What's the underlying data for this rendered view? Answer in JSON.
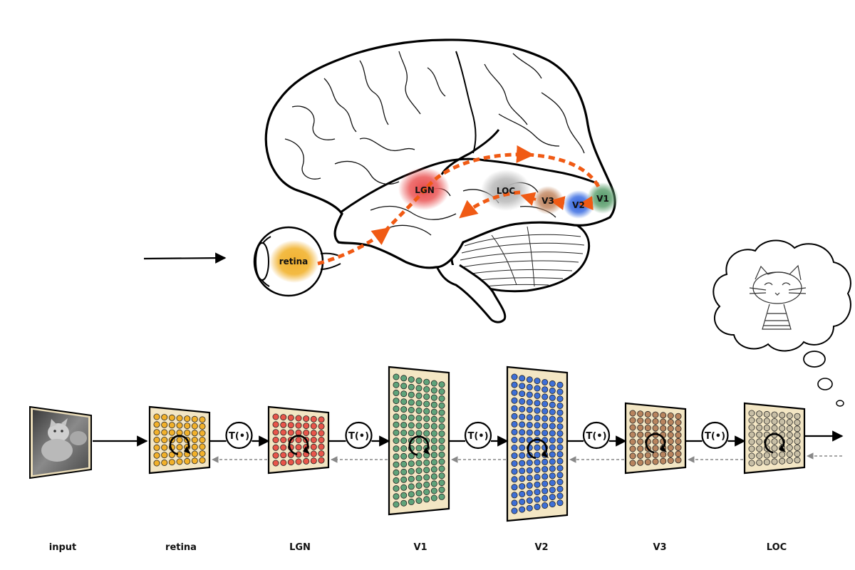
{
  "brain": {
    "regions": [
      {
        "key": "retina",
        "label": "retina",
        "color": "#f0b030"
      },
      {
        "key": "lgn",
        "label": "LGN",
        "color": "#e85050"
      },
      {
        "key": "loc",
        "label": "LOC",
        "color": "#b8b8b8"
      },
      {
        "key": "v3",
        "label": "V3",
        "color": "#c08860"
      },
      {
        "key": "v2",
        "label": "V2",
        "color": "#3a6ee0"
      },
      {
        "key": "v1",
        "label": "V1",
        "color": "#60a070"
      }
    ],
    "pathway_color": "#f05a14"
  },
  "network": {
    "stages": [
      {
        "key": "input",
        "label": "input"
      },
      {
        "key": "retina",
        "label": "retina",
        "color": "#f2b12a"
      },
      {
        "key": "lgn",
        "label": "LGN",
        "color": "#e8554a"
      },
      {
        "key": "v1",
        "label": "V1",
        "color": "#5fa37a"
      },
      {
        "key": "v2",
        "label": "V2",
        "color": "#3e6fd6"
      },
      {
        "key": "v3",
        "label": "V3",
        "color": "#b8845e"
      },
      {
        "key": "loc",
        "label": "LOC",
        "color": "#c8bfa6"
      }
    ],
    "operator_label": "T(•)",
    "panel_fill": "#f3e6c4"
  }
}
